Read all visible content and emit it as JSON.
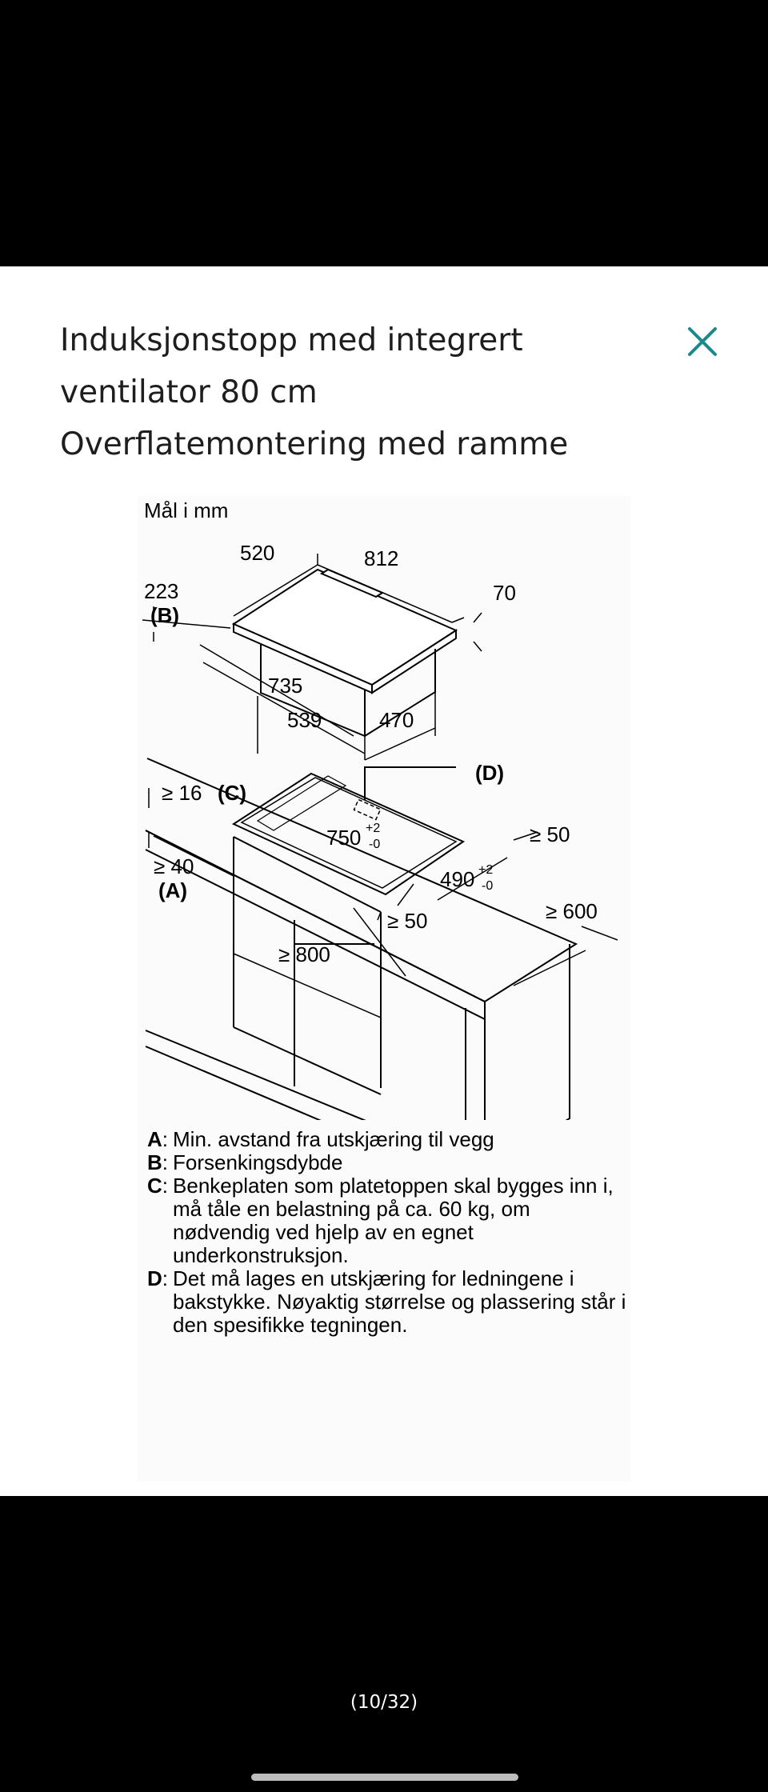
{
  "header": {
    "title_lines": [
      "Induksjonstopp med integrert",
      "ventilator 80 cm",
      "Overflatemontering med ramme"
    ],
    "close_icon": "close-x-icon",
    "accent_color": "#1a8a8a"
  },
  "drawing": {
    "unit_caption": "Mål i mm",
    "hob_dims": {
      "depth": "520",
      "width": "812",
      "inset": "223",
      "inset_ref": "(B)",
      "height": "70",
      "body_width": "735",
      "cutout_width": "539",
      "cutout_depth": "470"
    },
    "countertop_dims": {
      "thickness": "≥ 16",
      "thickness_ref": "(C)",
      "cable_ref": "(D)",
      "cutout_w_value": "750",
      "cutout_w_tol_plus": "+2",
      "cutout_w_tol_minus": "-0",
      "cutout_d_value": "490",
      "cutout_d_tol_plus": "+2",
      "cutout_d_tol_minus": "-0",
      "right_clearance": "≥ 50",
      "wall_clearance": "≥ 40",
      "wall_clearance_ref": "(A)",
      "front_clearance": "≥ 50",
      "depth_min": "≥ 600",
      "cabinet_width": "≥ 800"
    }
  },
  "legend": [
    {
      "key": "A",
      "text": "Min. avstand fra utskjæring til vegg"
    },
    {
      "key": "B",
      "text": "Forsenkingsdybde"
    },
    {
      "key": "C",
      "text": "Benkeplaten som platetoppen skal bygges inn i, må tåle en belastning på ca. 60 kg, om nødvendig ved hjelp av en egnet underkonstruksjon."
    },
    {
      "key": "D",
      "text": "Det må lages en utskjæring for ledningene i bakstykke. Nøyaktig størrelse og plassering står i den spesifikke tegningen."
    }
  ],
  "footer": {
    "page_counter": "(10/32)"
  }
}
